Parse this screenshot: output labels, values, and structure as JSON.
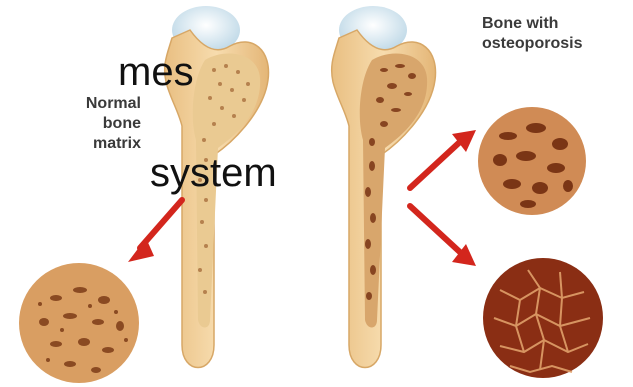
{
  "overlay_text": {
    "line1": "mes",
    "line2": "system"
  },
  "labels": {
    "normal": [
      "Normal",
      "bone",
      "matrix"
    ],
    "osteoporosis": [
      "Bone with",
      "osteoporosis"
    ]
  },
  "colors": {
    "bone": "#f2cf96",
    "bone_shadow": "#e5b878",
    "cartilage": "#cfe3ee",
    "healthy_matrix": "#d99e62",
    "healthy_pores": "#8a4a22",
    "osteo_matrix": "#c07a48",
    "osteo_pores": "#6f2a14",
    "arrow": "#d3261d"
  }
}
